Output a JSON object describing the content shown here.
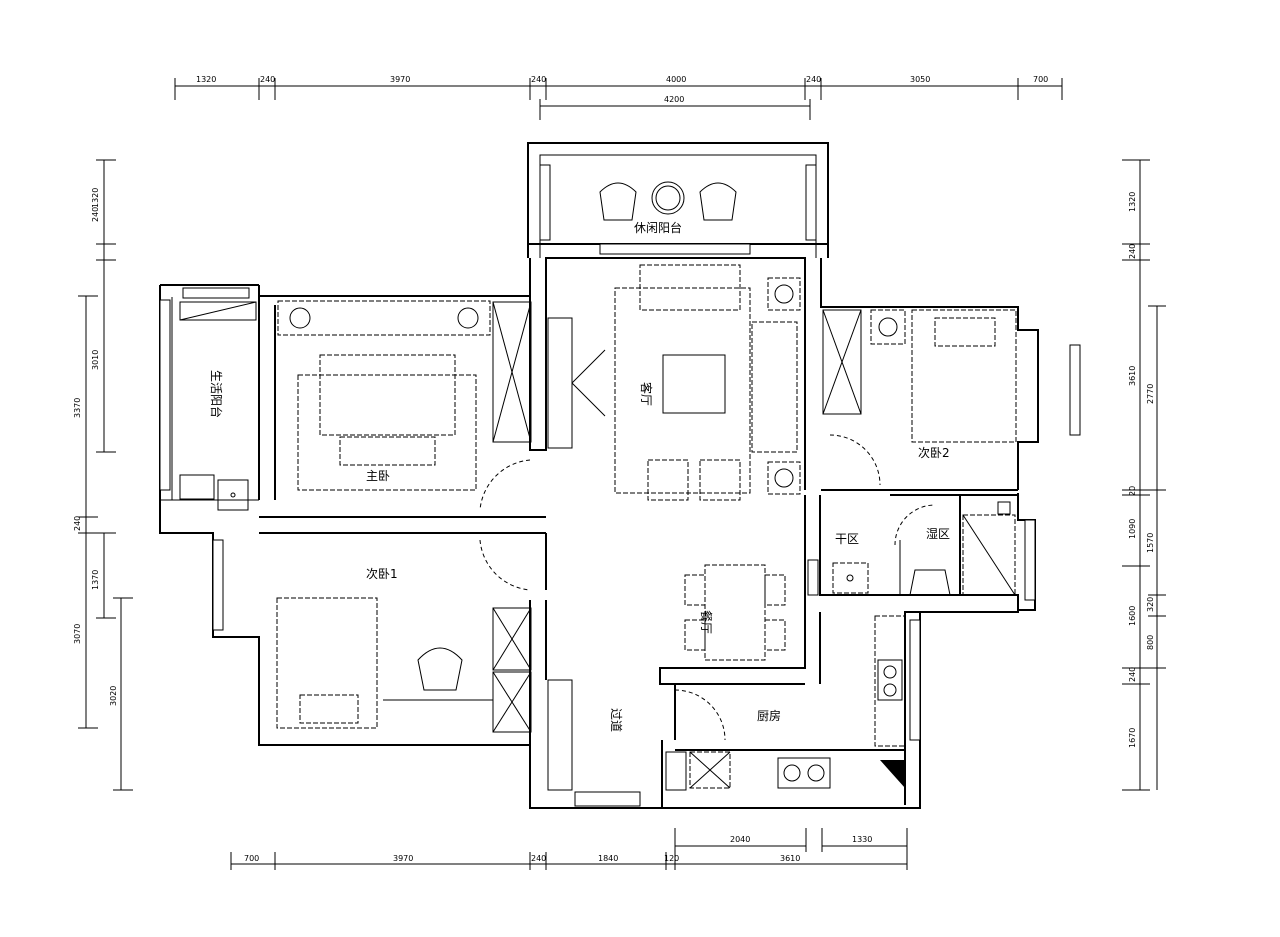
{
  "rooms": {
    "leisure_balcony": "休闲阳台",
    "living_room": "客厅",
    "master_bedroom": "主卧",
    "service_balcony": "生活阳台",
    "second_bedroom_1": "次卧1",
    "second_bedroom_2": "次卧2",
    "dry_area": "干区",
    "wet_area": "湿区",
    "dining_room": "餐厅",
    "corridor": "过道",
    "kitchen": "厨房"
  },
  "dimensions": {
    "top_row1": [
      "1320",
      "240",
      "3970",
      "240",
      "4000",
      "240",
      "3050",
      "700"
    ],
    "top_row2": [
      "4200"
    ],
    "bottom_row1": [
      "2040",
      "1330"
    ],
    "bottom_row2": [
      "700",
      "3970",
      "240",
      "1840",
      "120",
      "3610"
    ],
    "left_outer": [
      "3370",
      "240",
      "3070"
    ],
    "left_inner": [
      "240",
      "1320",
      "3010",
      "1370",
      "3020"
    ],
    "right_outer": [
      "1320",
      "240",
      "3610",
      "20",
      "1090",
      "1600",
      "240",
      "1670"
    ],
    "right_inner": [
      "2770",
      "1570",
      "320",
      "800"
    ]
  }
}
